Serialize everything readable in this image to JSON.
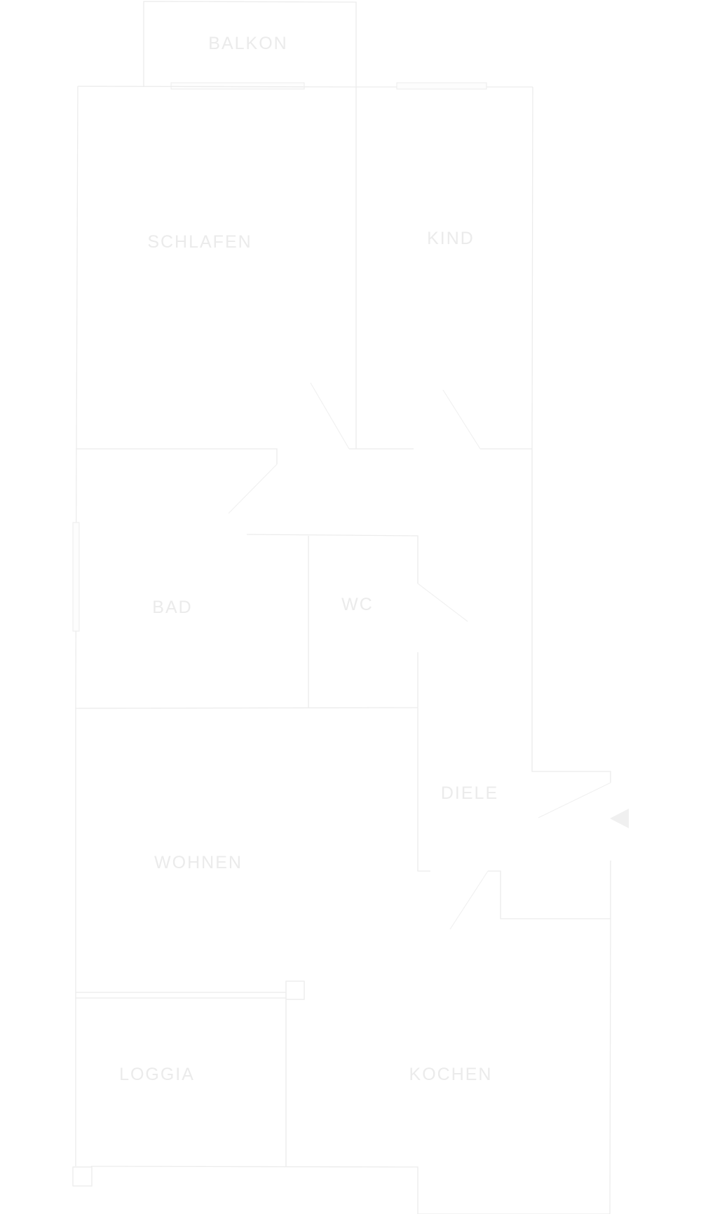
{
  "rooms": {
    "balkon": "BALKON",
    "schlafen": "SCHLAFEN",
    "kind": "KIND",
    "bad": "BAD",
    "wc": "WC",
    "diele": "DIELE",
    "wohnen": "WOHNEN",
    "loggia": "LOGGIA",
    "kochen": "KOCHEN"
  },
  "colors": {
    "walls": "#ececec",
    "labels": "#ebebeb",
    "background": "#ffffff"
  },
  "icons": {
    "entrance": "entrance-arrow-icon"
  }
}
